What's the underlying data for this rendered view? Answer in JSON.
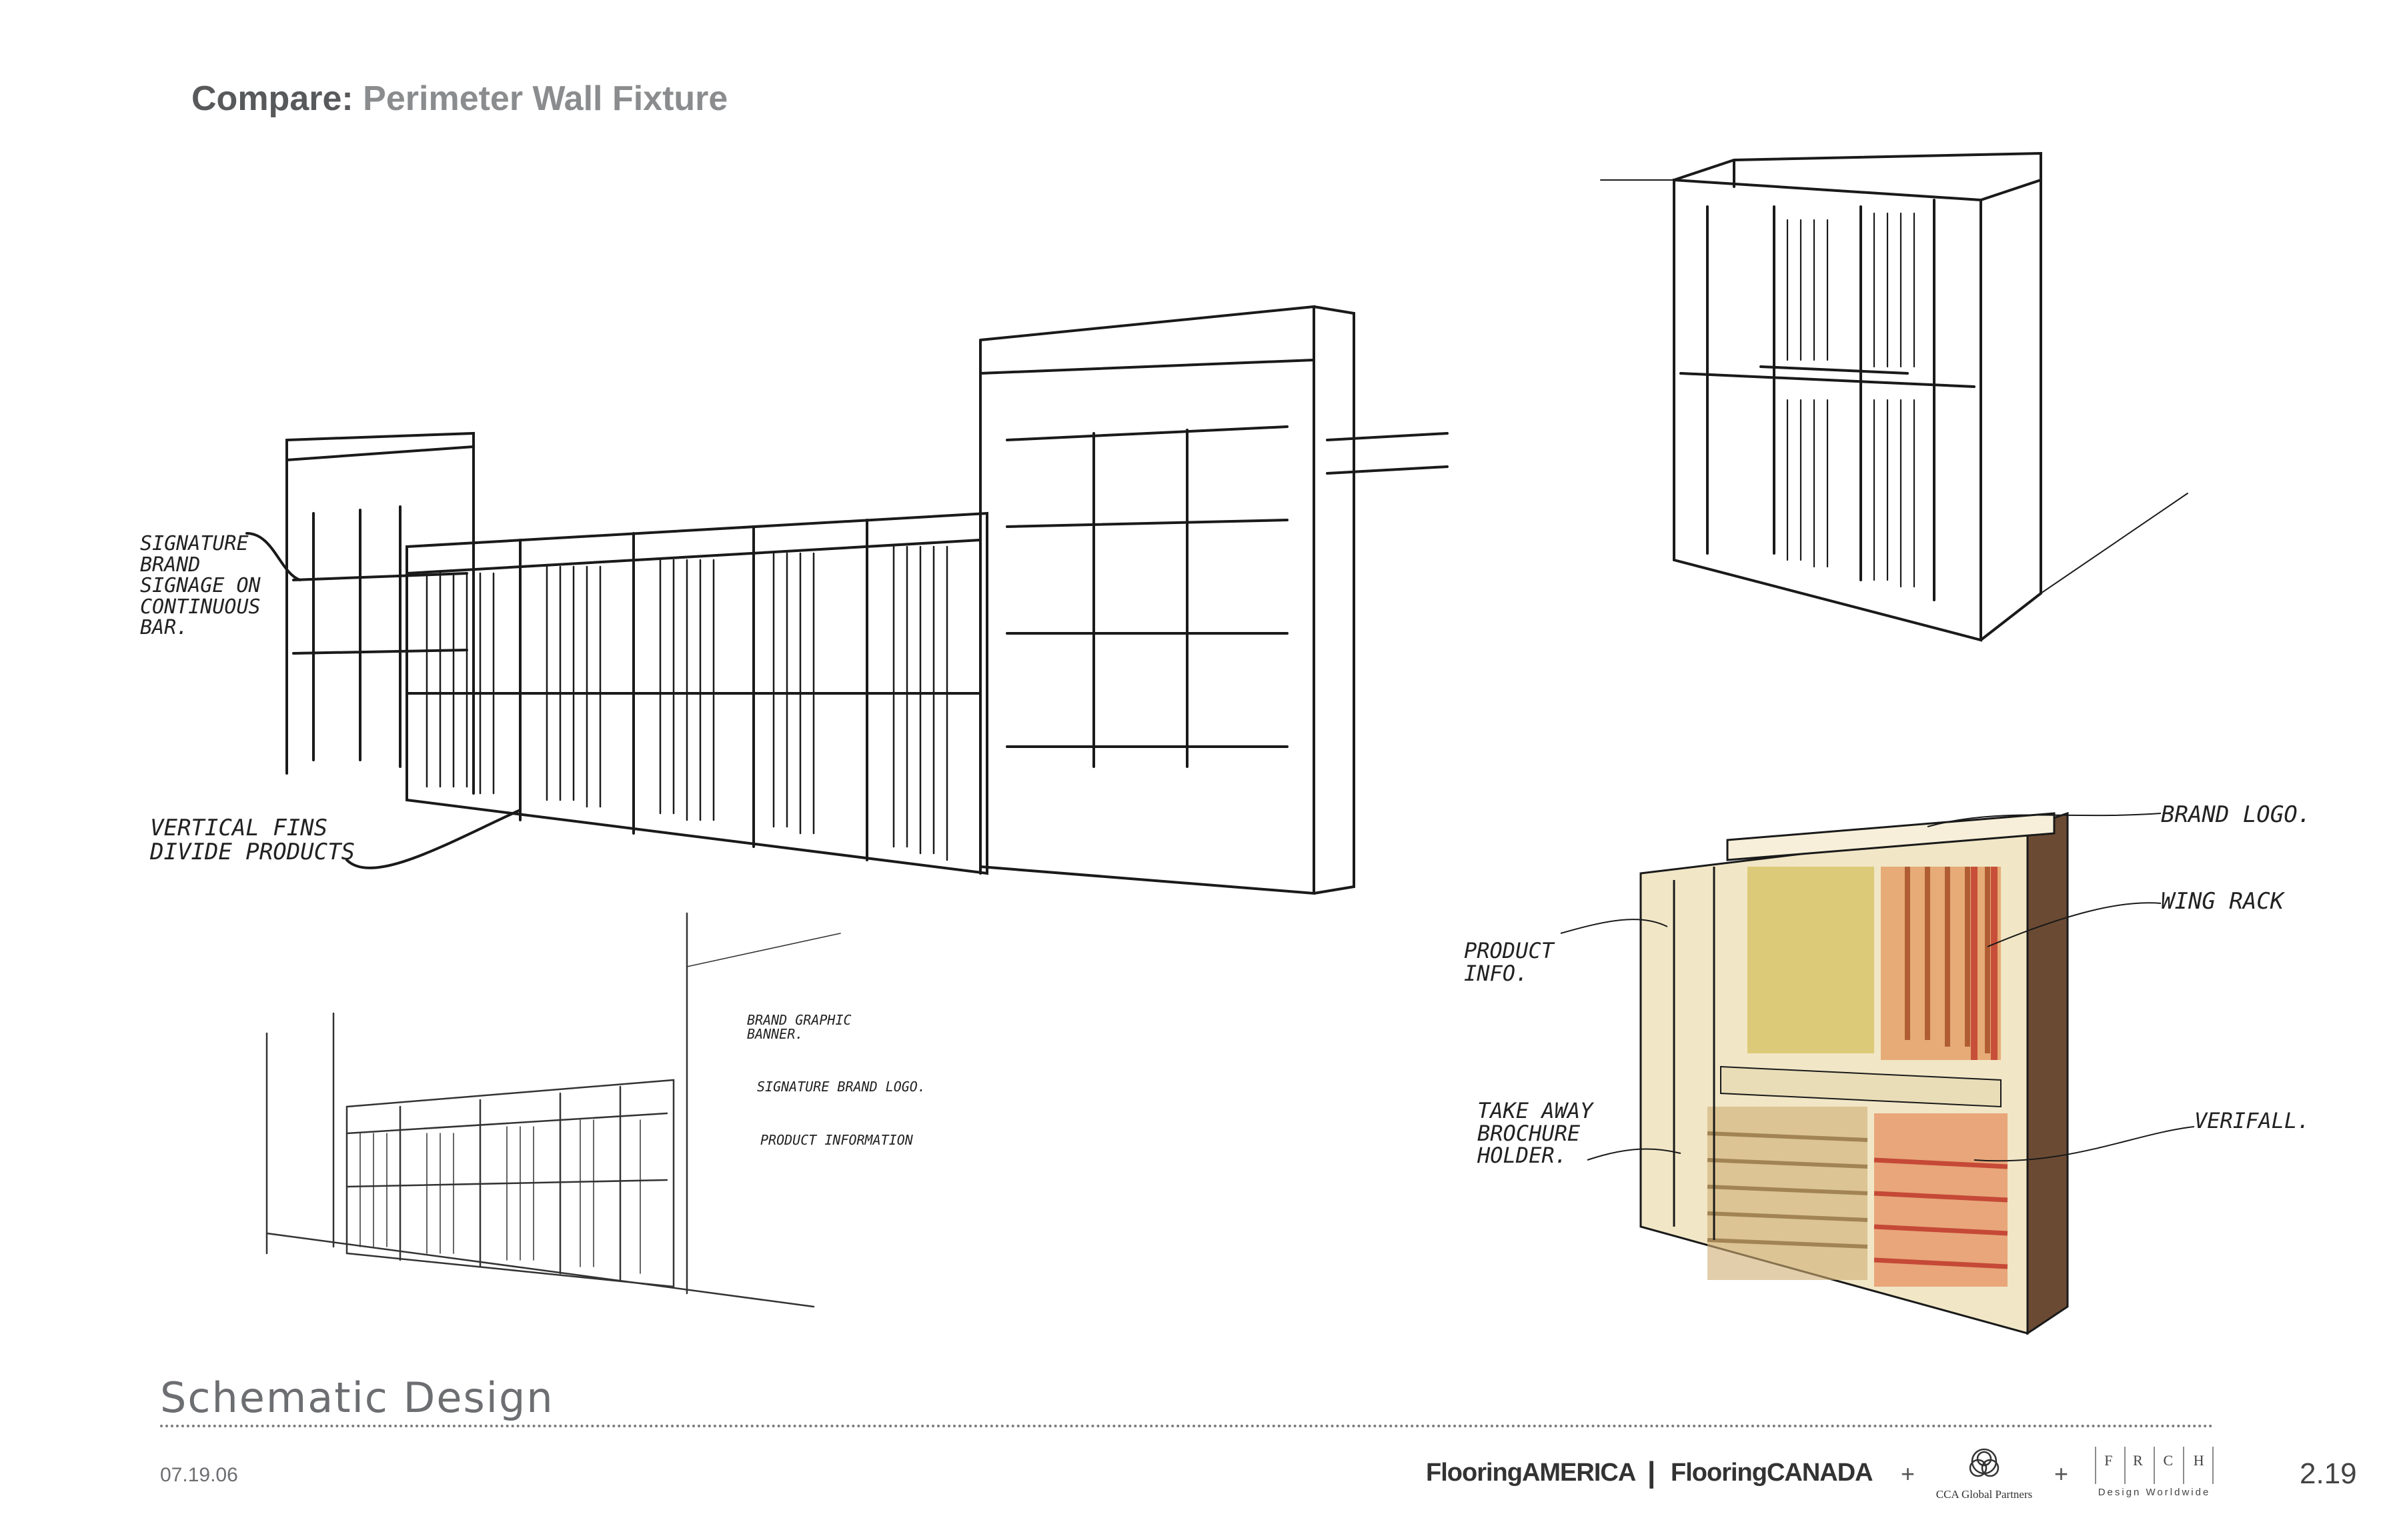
{
  "header": {
    "compare_label": "Compare:",
    "subject": "Perimeter Wall Fixture"
  },
  "annotations": {
    "signature_brand": "SIGNATURE\nBRAND\nSIGNAGE ON\nCONTINUOUS\nBAR.",
    "vertical_fins": "VERTICAL FINS\nDIVIDE PRODUCTS",
    "brand_graphic_banner": "BRAND GRAPHIC\nBANNER.",
    "signature_brand_logo": "SIGNATURE BRAND LOGO.",
    "product_information": "PRODUCT INFORMATION",
    "brand_logo": "BRAND LOGO.",
    "wing_rack": "WING RACK",
    "product_info": "PRODUCT\nINFO.",
    "take_away": "TAKE AWAY\nBROCHURE\nHOLDER.",
    "verifall": "VERIFALL."
  },
  "footer": {
    "section_title": "Schematic Design",
    "date": "07.19.06",
    "brand_america": "FlooringAMERICA",
    "brand_separator": "|",
    "brand_canada": "FlooringCANADA",
    "plus": "+",
    "cca_label": "CCA Global Partners",
    "frch_letters": [
      "F",
      "R",
      "C",
      "H"
    ],
    "frch_label": "Design Worldwide",
    "page_number": "2.19"
  },
  "colors": {
    "title_dark": "#58595b",
    "title_light": "#8a8c8e",
    "sketch_ink": "#1a1a1a",
    "fixture_cream": "#efe3c2",
    "fixture_side": "#6b4a33",
    "swatch_orange": "#d9773b",
    "swatch_red": "#c0392b",
    "swatch_yellow": "#d8c46a"
  }
}
